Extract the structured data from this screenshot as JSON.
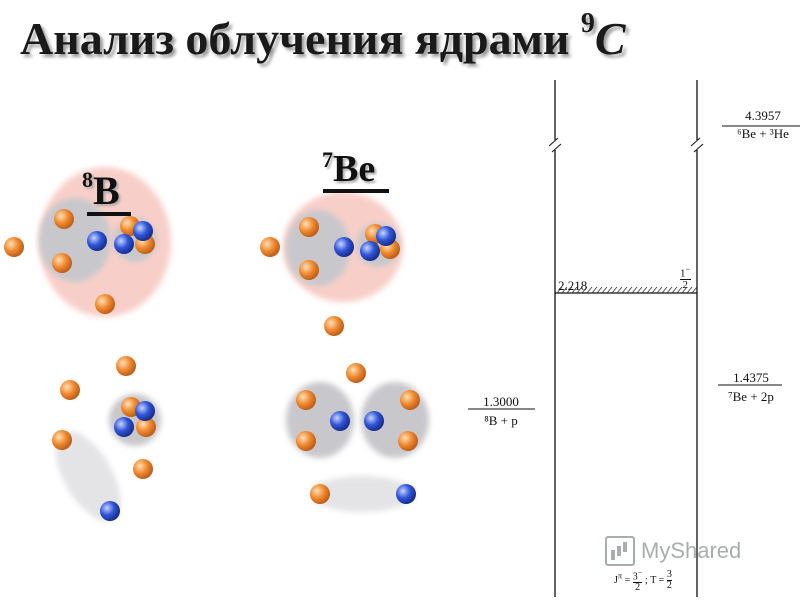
{
  "title": {
    "text": "Анализ облучения ядрами",
    "mass": "9",
    "element": "C"
  },
  "label_8B": {
    "mass": "8",
    "element": "B"
  },
  "label_7Be": {
    "mass": "7",
    "element": "Be"
  },
  "colors": {
    "proton": "#f08a30",
    "neutron": "#2f55d8",
    "halo": "#f8cfc8",
    "cluster": "#c8c8cc"
  },
  "levels": {
    "he3": {
      "energy": "4.3957",
      "channel": "⁶Be + ³He"
    },
    "be7_2p": {
      "energy": "1.4375",
      "channel": "⁷Be + 2p"
    },
    "b8_p": {
      "energy": "1.3000",
      "channel": "⁸B + p"
    },
    "threshold": {
      "energy": "2.218",
      "spin_num": "1",
      "spin_sup": "−",
      "spin_den": "2"
    },
    "ground": {
      "j": "J",
      "pi": "π",
      "eq": " = ",
      "j_num": "3",
      "j_sup": "−",
      "j_den": "2",
      "t_label": " ; T = ",
      "t_num": "3",
      "t_den": "2"
    }
  },
  "watermark": {
    "text": "MyShared"
  }
}
